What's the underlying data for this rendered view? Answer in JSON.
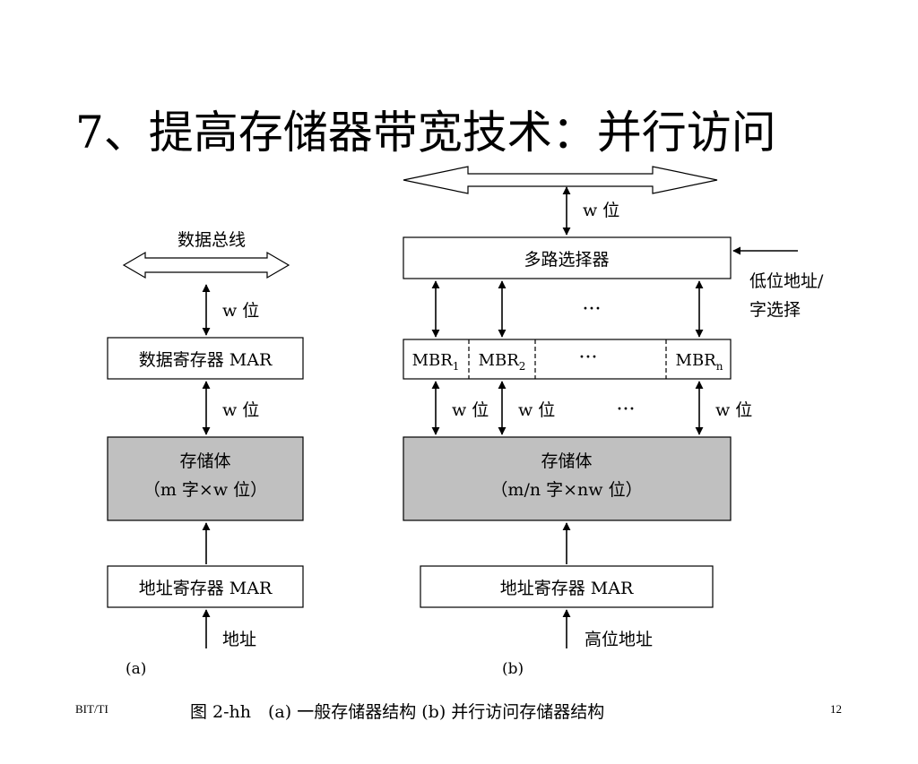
{
  "title": "7、提高存储器带宽技术：并行访问",
  "diagram_a": {
    "bus_label": "数据总线",
    "w_bits_top": "w 位",
    "data_register": "数据寄存器 MAR",
    "w_bits_mid": "w 位",
    "memory_line1": "存储体",
    "memory_line2": "（m 字×w 位）",
    "address_register": "地址寄存器 MAR",
    "address_input": "地址",
    "label": "(a)"
  },
  "diagram_b": {
    "w_bits_top": "w 位",
    "mux": "多路选择器",
    "select_line1": "低位地址/",
    "select_line2": "字选择",
    "ellipsis": "···",
    "mbr_base": "MBR",
    "mbr_subs": [
      "1",
      "2",
      "n"
    ],
    "w_bits_mid": "w 位",
    "memory_line1": "存储体",
    "memory_line2": "（m/n 字×nw 位）",
    "address_register": "地址寄存器 MAR",
    "address_input": "高位地址",
    "label": "(b)"
  },
  "caption": "图 2-hh　(a)  一般存储器结构  (b)  并行访问存储器结构",
  "footer_left": "BIT/TI",
  "page_number": "12",
  "colors": {
    "memory_fill": "#c0c0c0",
    "stroke": "#000000",
    "background": "#ffffff"
  }
}
